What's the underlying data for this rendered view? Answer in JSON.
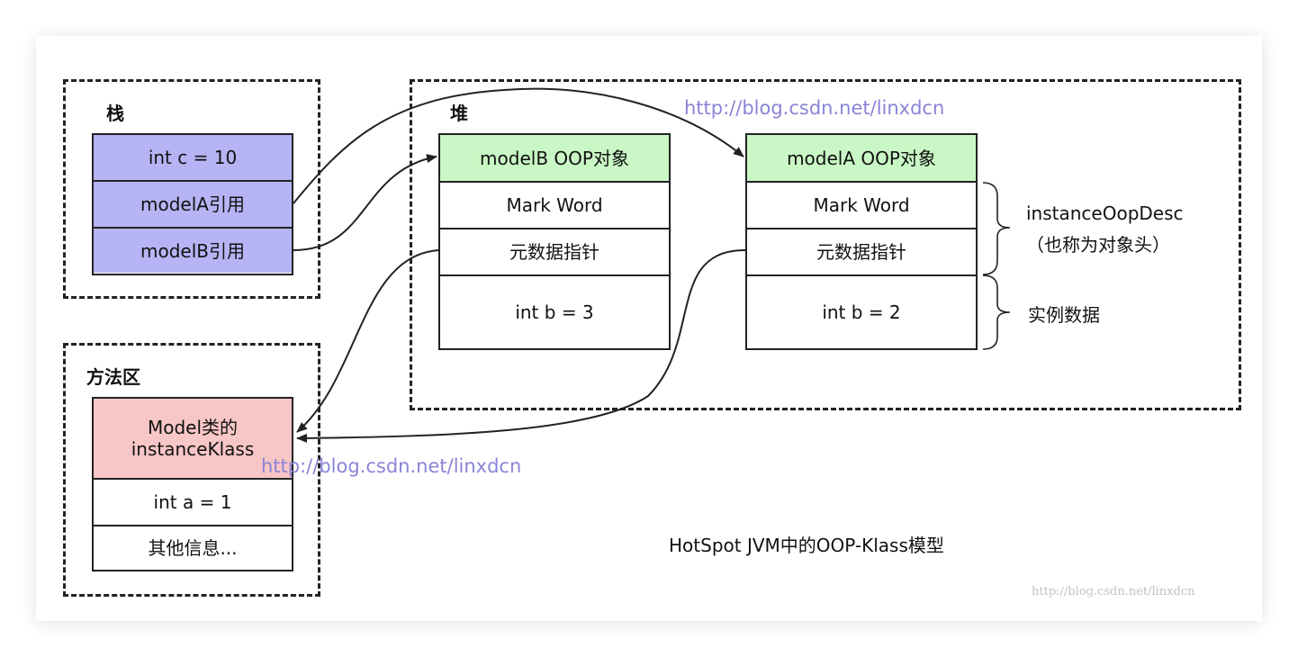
{
  "regions": {
    "stack": {
      "label": "栈"
    },
    "heap": {
      "label": "堆"
    },
    "method_area": {
      "label": "方法区"
    }
  },
  "stack_box": {
    "cells": [
      "int c = 10",
      "modelA引用",
      "modelB引用"
    ]
  },
  "modelB_oop": {
    "cells": [
      "modelB OOP对象",
      "Mark Word",
      "元数据指针",
      "int b = 3"
    ]
  },
  "modelA_oop": {
    "cells": [
      "modelA OOP对象",
      "Mark Word",
      "元数据指针",
      "int b = 2"
    ]
  },
  "instance_klass": {
    "cells": [
      "Model类的\ninstanceKlass",
      "int a = 1",
      "其他信息..."
    ]
  },
  "annotations": {
    "header_label": "instanceOopDesc",
    "header_note": "（也称为对象头）",
    "instance_data": "实例数据"
  },
  "caption": "HotSpot JVM中的OOP-Klass模型",
  "watermarks": {
    "top": "http://blog.csdn.net/linxdcn",
    "middle": "http://blog.csdn.net/linxdcn",
    "corner": "http://blog.csdn.net/linxdcn"
  },
  "colors": {
    "stack_fill": "#b6b4f5",
    "oop_header_fill": "#c9f7c5",
    "klass_header_fill": "#f7c6c6",
    "watermark": "#8a84d6"
  }
}
